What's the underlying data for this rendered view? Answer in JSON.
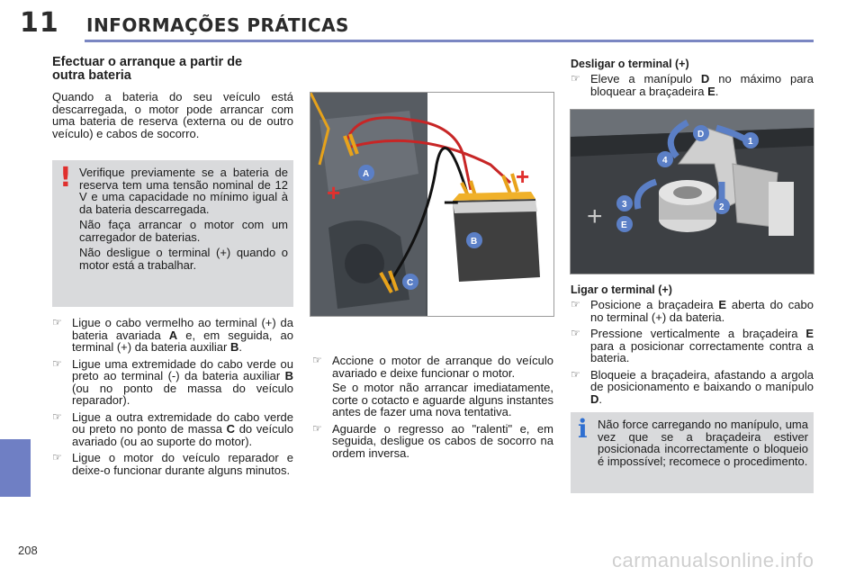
{
  "header": {
    "chapter_number": "11",
    "chapter_title": "INFORMAÇÕES PRÁTICAS"
  },
  "footer": {
    "page_number": "208",
    "watermark": "carmanualsonline.info"
  },
  "section": {
    "title_line1": "Efectuar o arranque a partir de",
    "title_line2": "outra bateria",
    "intro": "Quando a bateria do seu veículo está descarregada, o motor pode arrancar com uma bateria de reserva (externa ou de outro veículo) e cabos de socorro."
  },
  "warning": {
    "p1": "Verifique previamente se a bateria de reserva tem uma tensão nominal de 12 V e uma capacidade no mínimo igual à da bateria descarregada.",
    "p2": "Não faça arrancar o motor com um carregador de baterias.",
    "p3": "Não desligue o terminal (+) quando o motor está a trabalhar."
  },
  "left_steps": [
    {
      "pre": "Ligue o cabo vermelho ao terminal (+) da bateria avariada ",
      "b1": "A",
      "mid": " e, em seguida, ao terminal (+) da bateria auxiliar ",
      "b2": "B",
      "post": "."
    },
    {
      "pre": "Ligue uma extremidade do cabo verde ou preto ao terminal (-) da bateria auxiliar ",
      "b1": "B",
      "post": " (ou no ponto de massa do veículo reparador)."
    },
    {
      "pre": "Ligue a outra extremidade do cabo verde ou preto no ponto de massa ",
      "b1": "C",
      "post": " do veículo avariado (ou ao suporte do motor)."
    },
    {
      "text": "Ligue o motor do veículo reparador e deixe-o funcionar durante alguns minutos."
    }
  ],
  "middle_steps": [
    {
      "p1": "Accione o motor de arranque do veículo avariado e deixe funcionar o motor.",
      "p2": "Se o motor não arrancar imediatamente, corte o cotacto e aguarde alguns instantes antes de fazer uma nova tentativa."
    },
    {
      "p1": "Aguarde o regresso ao \"ralenti\" e, em seguida, desligue os cabos de socorro na ordem inversa."
    }
  ],
  "disconnect": {
    "title": "Desligar o terminal (+)",
    "step": {
      "pre": "Eleve a manípulo ",
      "b1": "D",
      "post": " no máximo para bloquear a braçadeira ",
      "b2": "E",
      "end": "."
    }
  },
  "connect": {
    "title": "Ligar o terminal (+)",
    "steps": [
      {
        "pre": "Posicione a braçadeira ",
        "b1": "E",
        "post": " aberta do cabo no terminal (+) da bateria."
      },
      {
        "pre": "Pressione verticalmente a braçadeira ",
        "b1": "E",
        "post": " para a posicionar correctamente contra a bateria."
      },
      {
        "pre": "Bloqueie a braçadeira, afastando a argola de posicionamento e baixando o manípulo ",
        "b1": "D",
        "post": "."
      }
    ]
  },
  "info": {
    "text": "Não force carregando no manípulo, uma vez que se a braçadeira estiver posicionada incorrectamente o bloqueio é impossível; recomece o procedimento."
  },
  "figure1": {
    "labels": {
      "a": "A",
      "b": "B",
      "c": "C",
      "plus1": "+",
      "plus2": "+",
      "minus": "–"
    }
  },
  "figure2": {
    "labels": {
      "d": "D",
      "e": "E",
      "n1": "1",
      "n2": "2",
      "n3": "3",
      "n4": "4",
      "plus": "+"
    }
  },
  "icons": {
    "bullet": "☞",
    "warning": "!",
    "info": "i"
  },
  "colors": {
    "accent": "#6f7fc4",
    "rule": "#7a86c2",
    "box": "#d9dadc",
    "warning": "#e0302e",
    "info": "#2f6fd1",
    "badge": "#5b7fc6"
  }
}
